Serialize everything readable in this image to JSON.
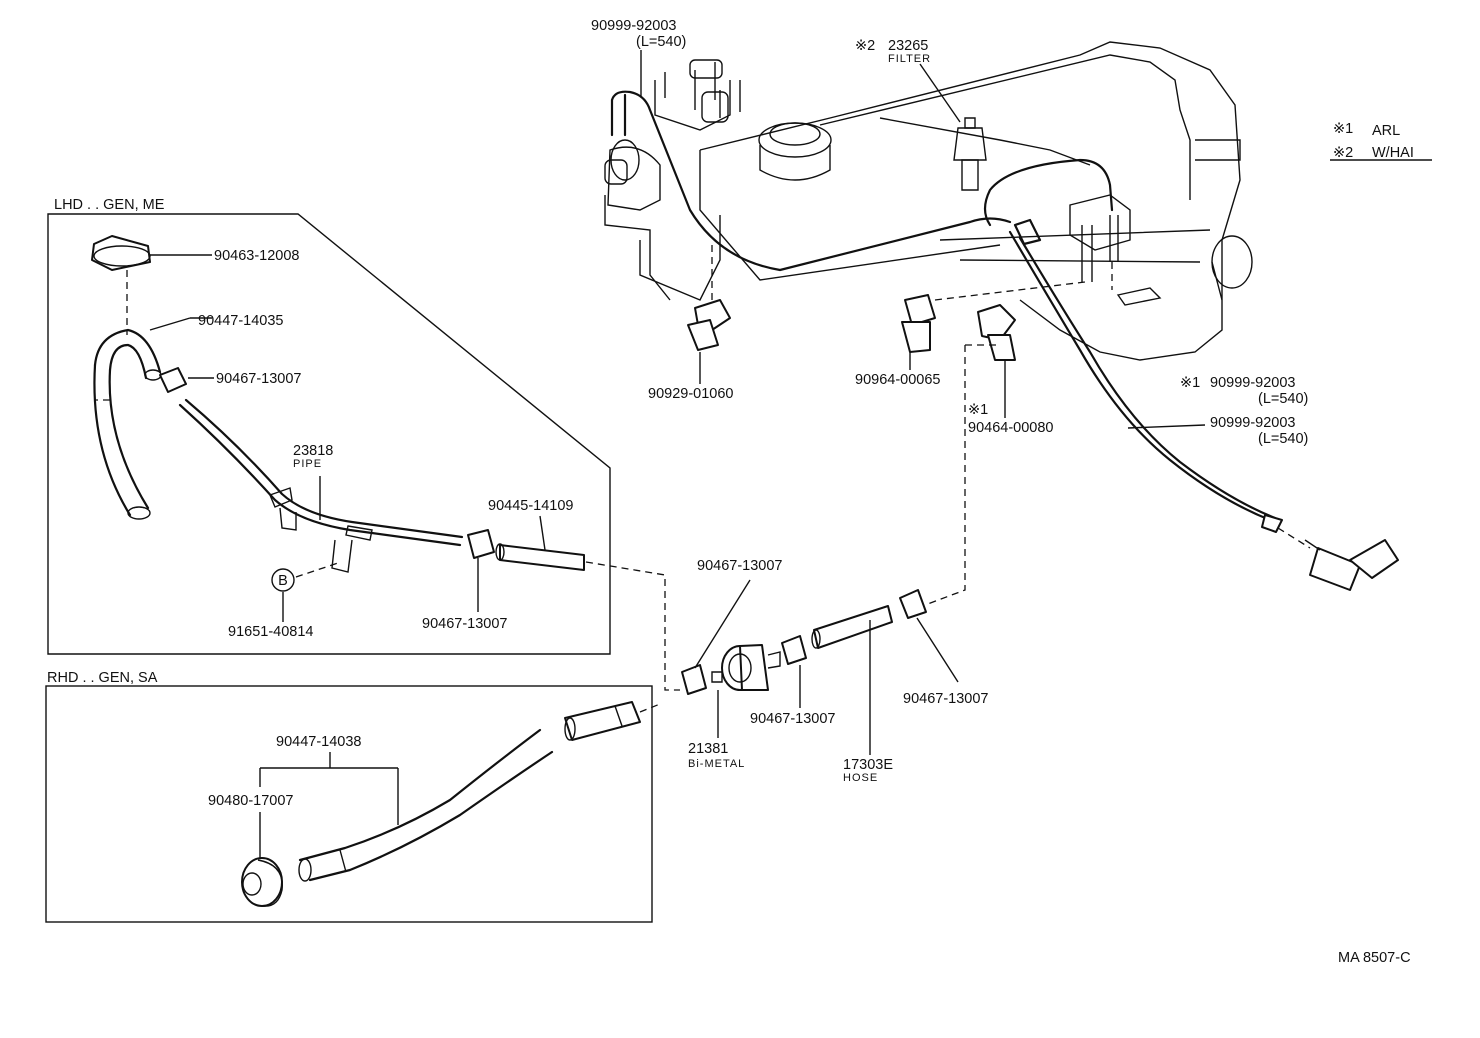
{
  "legend": {
    "note1_mark": "※1",
    "note1_text": "ARL",
    "note2_mark": "※2",
    "note2_text": "W/HAI"
  },
  "boxes": {
    "lhd_title": "LHD . . GEN, ME",
    "rhd_title": "RHD . . GEN, SA"
  },
  "callouts": {
    "p90999_92003_top": "90999-92003",
    "p90999_92003_top_len": "(L=540)",
    "filter_mark": "※2",
    "filter_number": "23265",
    "filter_name": "FILTER",
    "p90929_01060": "90929-01060",
    "p90964_00065": "90964-00065",
    "p90464_mark": "※1",
    "p90464_00080": "90464-00080",
    "p90999_arl_mark": "※1",
    "p90999_arl": "90999-92003",
    "p90999_arl_len": "(L=540)",
    "p90999_std": "90999-92003",
    "p90999_std_len": "(L=540)",
    "p90463_12008": "90463-12008",
    "p90447_14035": "90447-14035",
    "p90467_13007_lhd": "90467-13007",
    "pipe_number": "23818",
    "pipe_name": "PIPE",
    "p90445_14109": "90445-14109",
    "bolt_symbol": "B",
    "p91651_40814": "91651-40814",
    "p90467_13007_lhd2": "90467-13007",
    "p90467_13007_mid": "90467-13007",
    "p90467_13007_right": "90467-13007",
    "p90467_13007_low": "90467-13007",
    "bimetal_number": "21381",
    "bimetal_name": "Bi-METAL",
    "hose_number": "17303E",
    "hose_name": "HOSE",
    "p90447_14038": "90447-14038",
    "p90480_17007": "90480-17007"
  },
  "footer": {
    "drawing_code": "MA 8507-C"
  }
}
